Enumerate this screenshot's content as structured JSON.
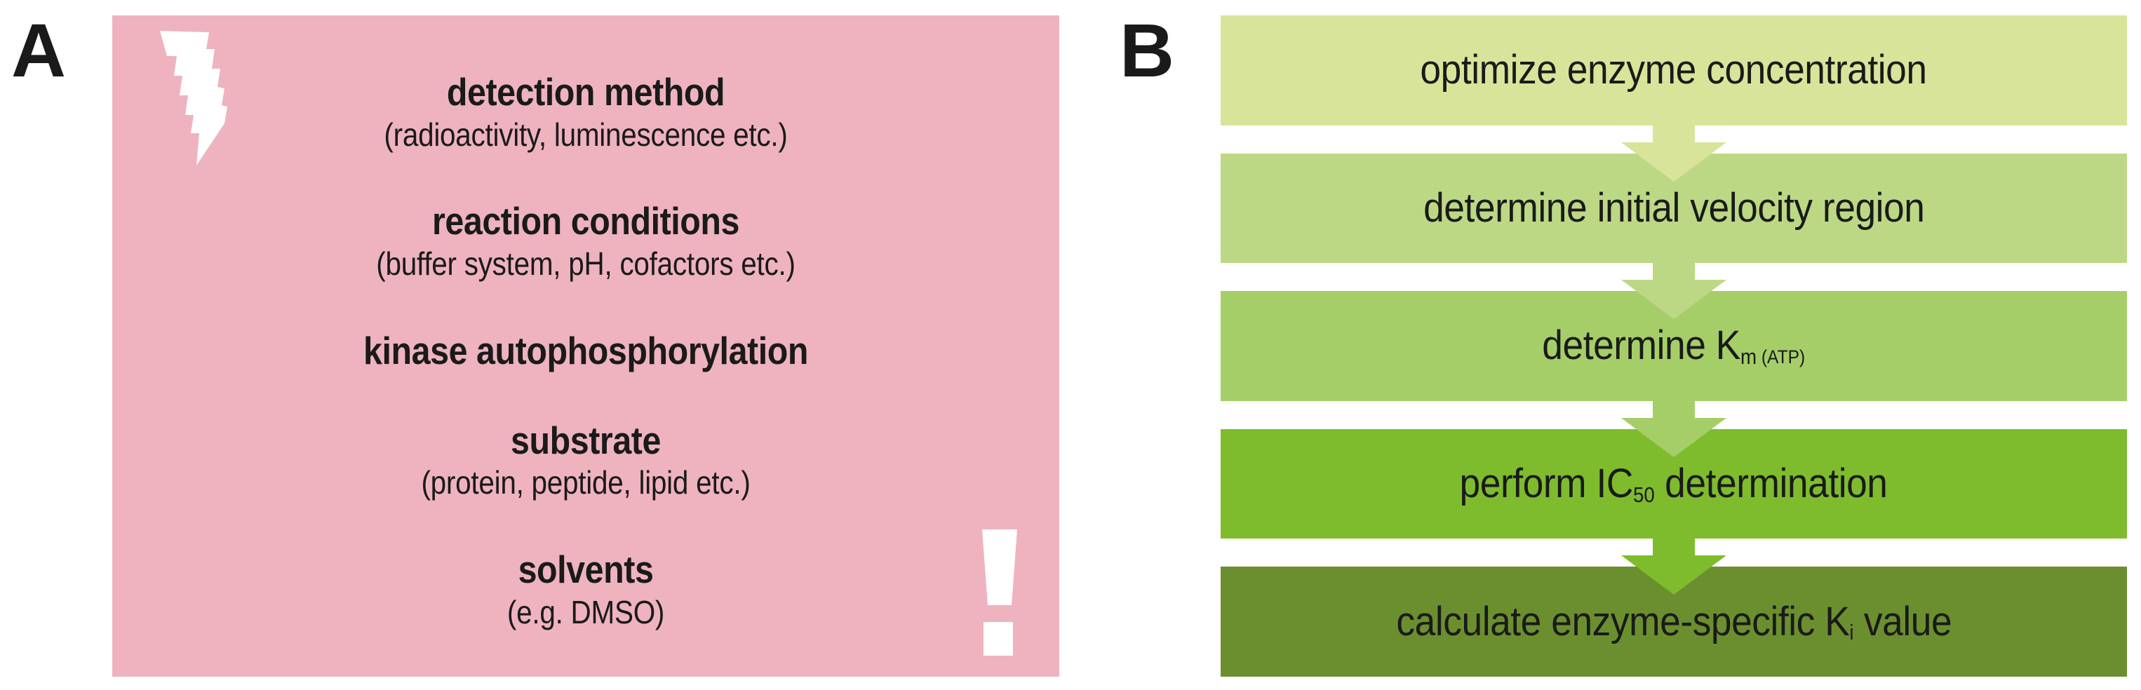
{
  "figure": {
    "panel_a_letter": "A",
    "panel_b_letter": "B"
  },
  "panel_a": {
    "background_color": "#eeb3bf",
    "icons": {
      "lightning": "lightning-bolt-icon",
      "exclamation": "exclamation-mark-icon"
    },
    "factors": [
      {
        "title": "detection method",
        "subtitle": "(radioactivity, luminescence etc.)"
      },
      {
        "title": "reaction conditions",
        "subtitle": "(buffer system, pH, cofactors etc.)"
      },
      {
        "title": "kinase autophosphorylation",
        "subtitle": ""
      },
      {
        "title": "substrate",
        "subtitle": "(protein, peptide, lipid etc.)"
      },
      {
        "title": "solvents",
        "subtitle": "(e.g. DMSO)"
      }
    ]
  },
  "panel_b": {
    "steps": [
      {
        "label": "optimize enzyme concentration",
        "text_main": "optimize enzyme concentration",
        "subscript": "",
        "subscript2": "",
        "text_tail": "",
        "color": "#d8e49a"
      },
      {
        "label": "determine initial velocity region",
        "text_main": "determine initial velocity region",
        "subscript": "",
        "subscript2": "",
        "text_tail": "",
        "color": "#bdd884"
      },
      {
        "label": "determine Km (ATP)",
        "text_main": "determine K",
        "subscript": "m",
        "subscript2": " (ATP)",
        "text_tail": "",
        "color": "#a5ce68"
      },
      {
        "label": "perform IC50 determination",
        "text_main": "perform IC",
        "subscript": "50",
        "subscript2": "",
        "text_tail": " determination",
        "color": "#7ebc2d"
      },
      {
        "label": "calculate enzyme-specific Ki value",
        "text_main": "calculate enzyme-specific K",
        "subscript": "i",
        "subscript2": "",
        "text_tail": " value",
        "color": "#6b8f2e"
      }
    ],
    "arrow_colors": [
      "#d8e49a",
      "#bdd884",
      "#a5ce68",
      "#7ebc2d"
    ]
  }
}
